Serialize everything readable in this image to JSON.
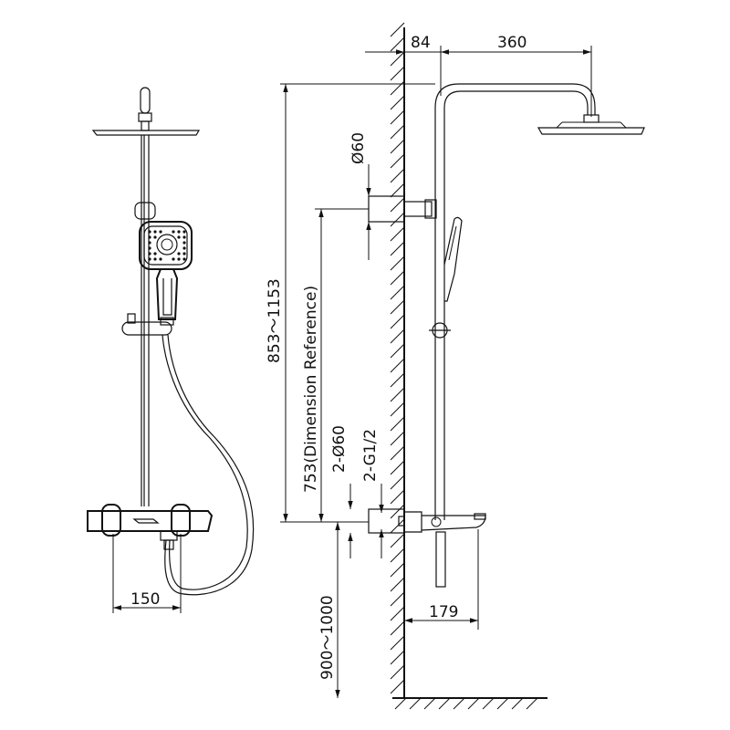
{
  "dimensions": {
    "arm_offset": "84",
    "arm_length": "360",
    "height_range": "853～1153",
    "reference_height": "753(Dimension Reference)",
    "wall_plate_dia": "Ø60",
    "inlet_plates": "2-Ø60",
    "inlet_thread": "2-G1/2",
    "inlet_height": "900～1000",
    "spout_projection": "179",
    "inlet_spacing": "150"
  },
  "colors": {
    "line": "#111111",
    "background": "#ffffff"
  }
}
